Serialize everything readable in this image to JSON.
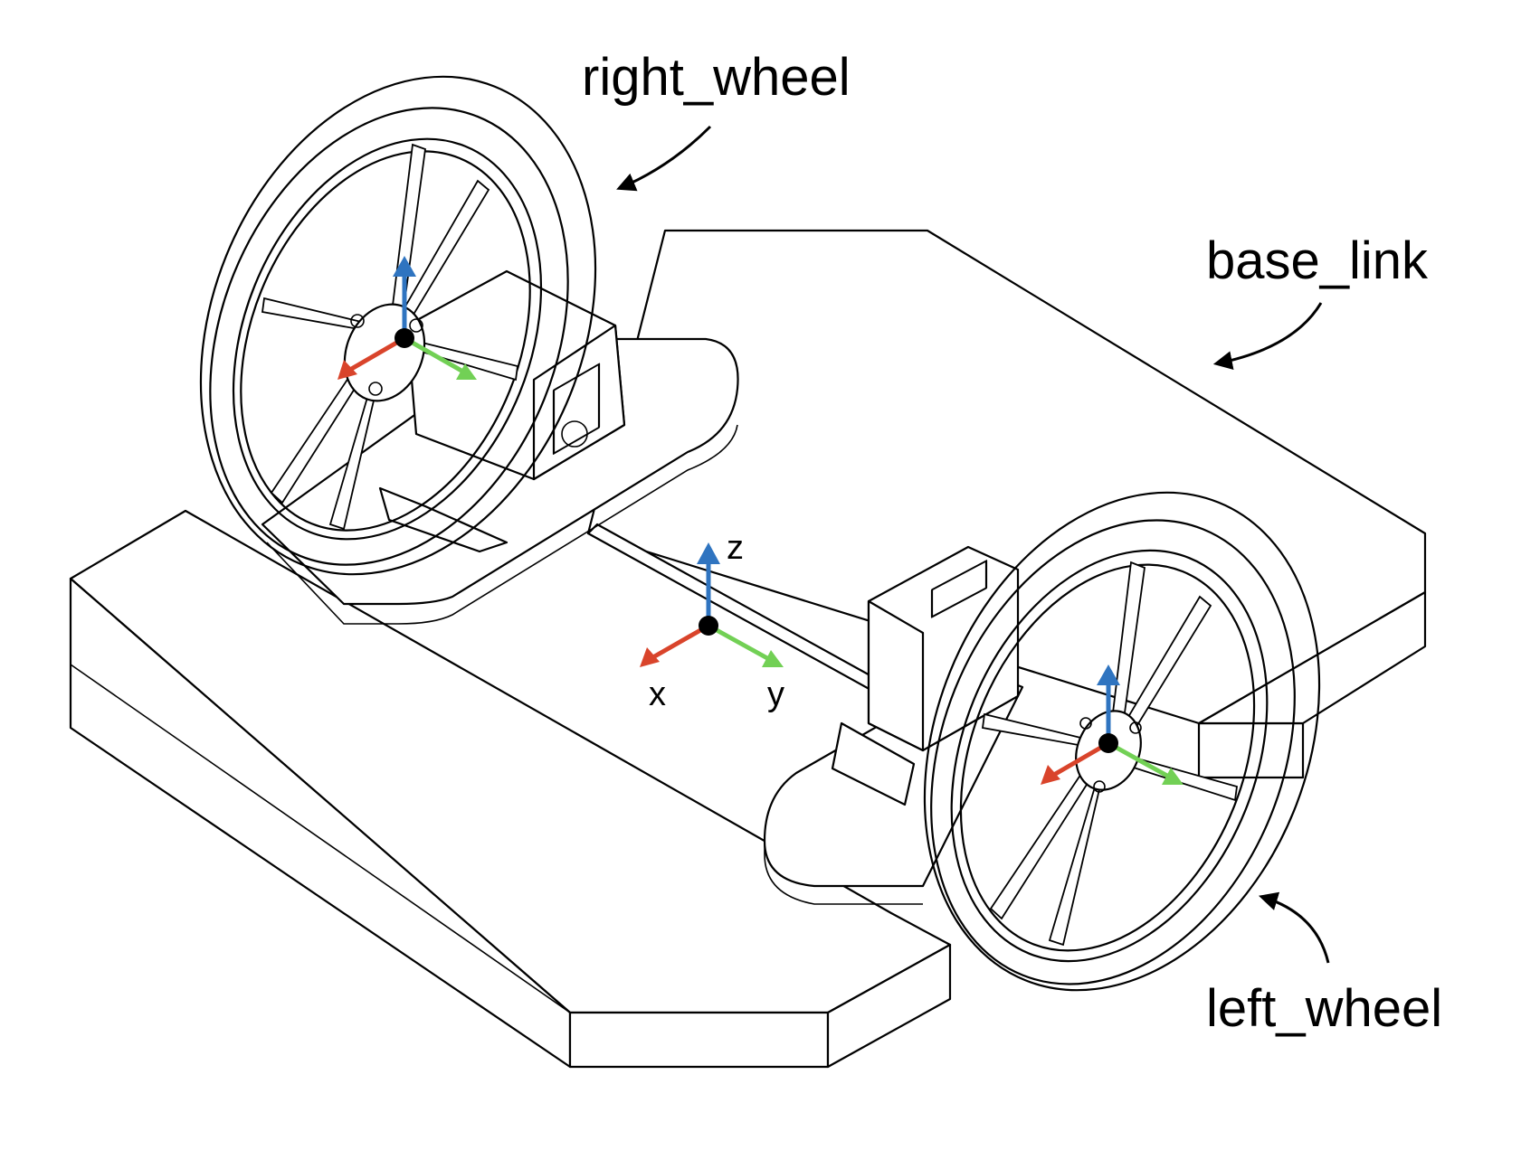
{
  "labels": {
    "right_wheel": "right_wheel",
    "base_link": "base_link",
    "left_wheel": "left_wheel"
  },
  "axes": {
    "x": "x",
    "y": "y",
    "z": "z"
  },
  "colors": {
    "x_axis": "#d9442b",
    "y_axis": "#72d055",
    "z_axis": "#2f74c0",
    "origin": "#000000",
    "outline": "#000000",
    "background": "#ffffff"
  }
}
